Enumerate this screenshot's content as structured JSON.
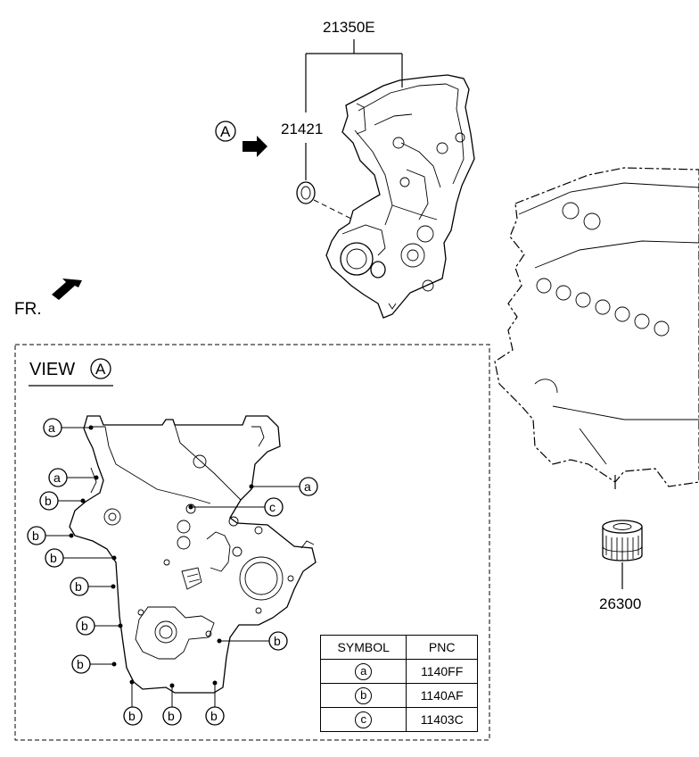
{
  "top": {
    "part_cover": "21350E",
    "part_seal": "21421",
    "part_filter": "26300",
    "view_marker": "A",
    "front_label": "FR."
  },
  "view": {
    "title": "VIEW",
    "marker": "A"
  },
  "callouts": {
    "a": "a",
    "b": "b",
    "c": "c"
  },
  "table": {
    "header_symbol": "SYMBOL",
    "header_pnc": "PNC",
    "rows": [
      {
        "symbol": "a",
        "pnc": "1140FF"
      },
      {
        "symbol": "b",
        "pnc": "1140AF"
      },
      {
        "symbol": "c",
        "pnc": "11403C"
      }
    ]
  }
}
